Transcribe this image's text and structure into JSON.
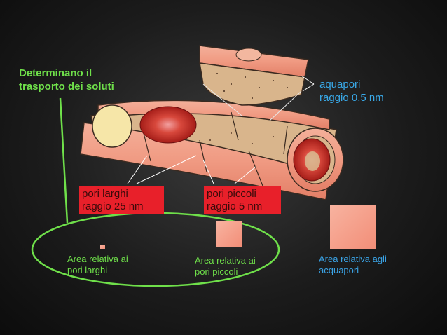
{
  "labels": {
    "determinano": "Determinano il\ntrasporto dei soluti",
    "aquapori": "aquapori\nraggio 0.5 nm",
    "pori_larghi": "pori larghi\nraggio 25 nm",
    "pori_piccoli": "pori piccoli\nraggio 5 nm",
    "area_larghi": "Area relativa ai\npori larghi",
    "area_piccoli": "Area relativa ai\npori piccoli",
    "area_acquapori": "Area relativa agli\nacquapori"
  },
  "colors": {
    "accent_green": "#6fe04a",
    "accent_blue": "#39a9e8",
    "label_red": "#e8202a",
    "vessel_pink": "#f2a089",
    "square_pink": "#f6a28f"
  }
}
